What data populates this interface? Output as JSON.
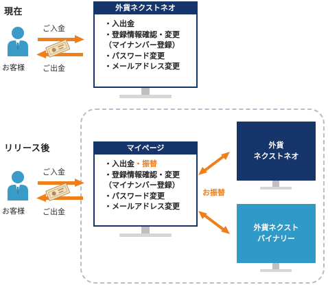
{
  "current": {
    "section_label": "現在",
    "customer_label": "お客様",
    "deposit_label": "ご入金",
    "withdraw_label": "ご出金",
    "monitor_title": "外貨ネクストネオ",
    "items": [
      "・入出金",
      "・登録情報確認・変更",
      "（マイナンバー登録）",
      "・パスワード変更",
      "・メールアドレス変更"
    ]
  },
  "after_release": {
    "section_label": "リリース後",
    "customer_label": "お客様",
    "deposit_label": "ご入金",
    "withdraw_label": "ご出金",
    "monitor_title": "マイページ",
    "first_item_main": "・入出金",
    "first_item_accent": "・振替",
    "items": [
      "・登録情報確認・変更",
      "（マイナンバー登録）",
      "・パスワード変更",
      "・メールアドレス変更"
    ],
    "transfer_label": "お振替",
    "target_dark": {
      "line1": "外貨",
      "line2": "ネクストネオ"
    },
    "target_light": {
      "line1": "外貨ネクスト",
      "line2": "バイナリー"
    }
  },
  "colors": {
    "navy": "#16356a",
    "orange": "#ee7f1b",
    "light_blue": "#2f9ac8",
    "person": "#3a9bc9"
  },
  "icons": [
    "person-icon",
    "banknote-icon",
    "arrow-right-icon",
    "arrow-left-icon",
    "double-arrow-icon",
    "monitor-icon"
  ]
}
